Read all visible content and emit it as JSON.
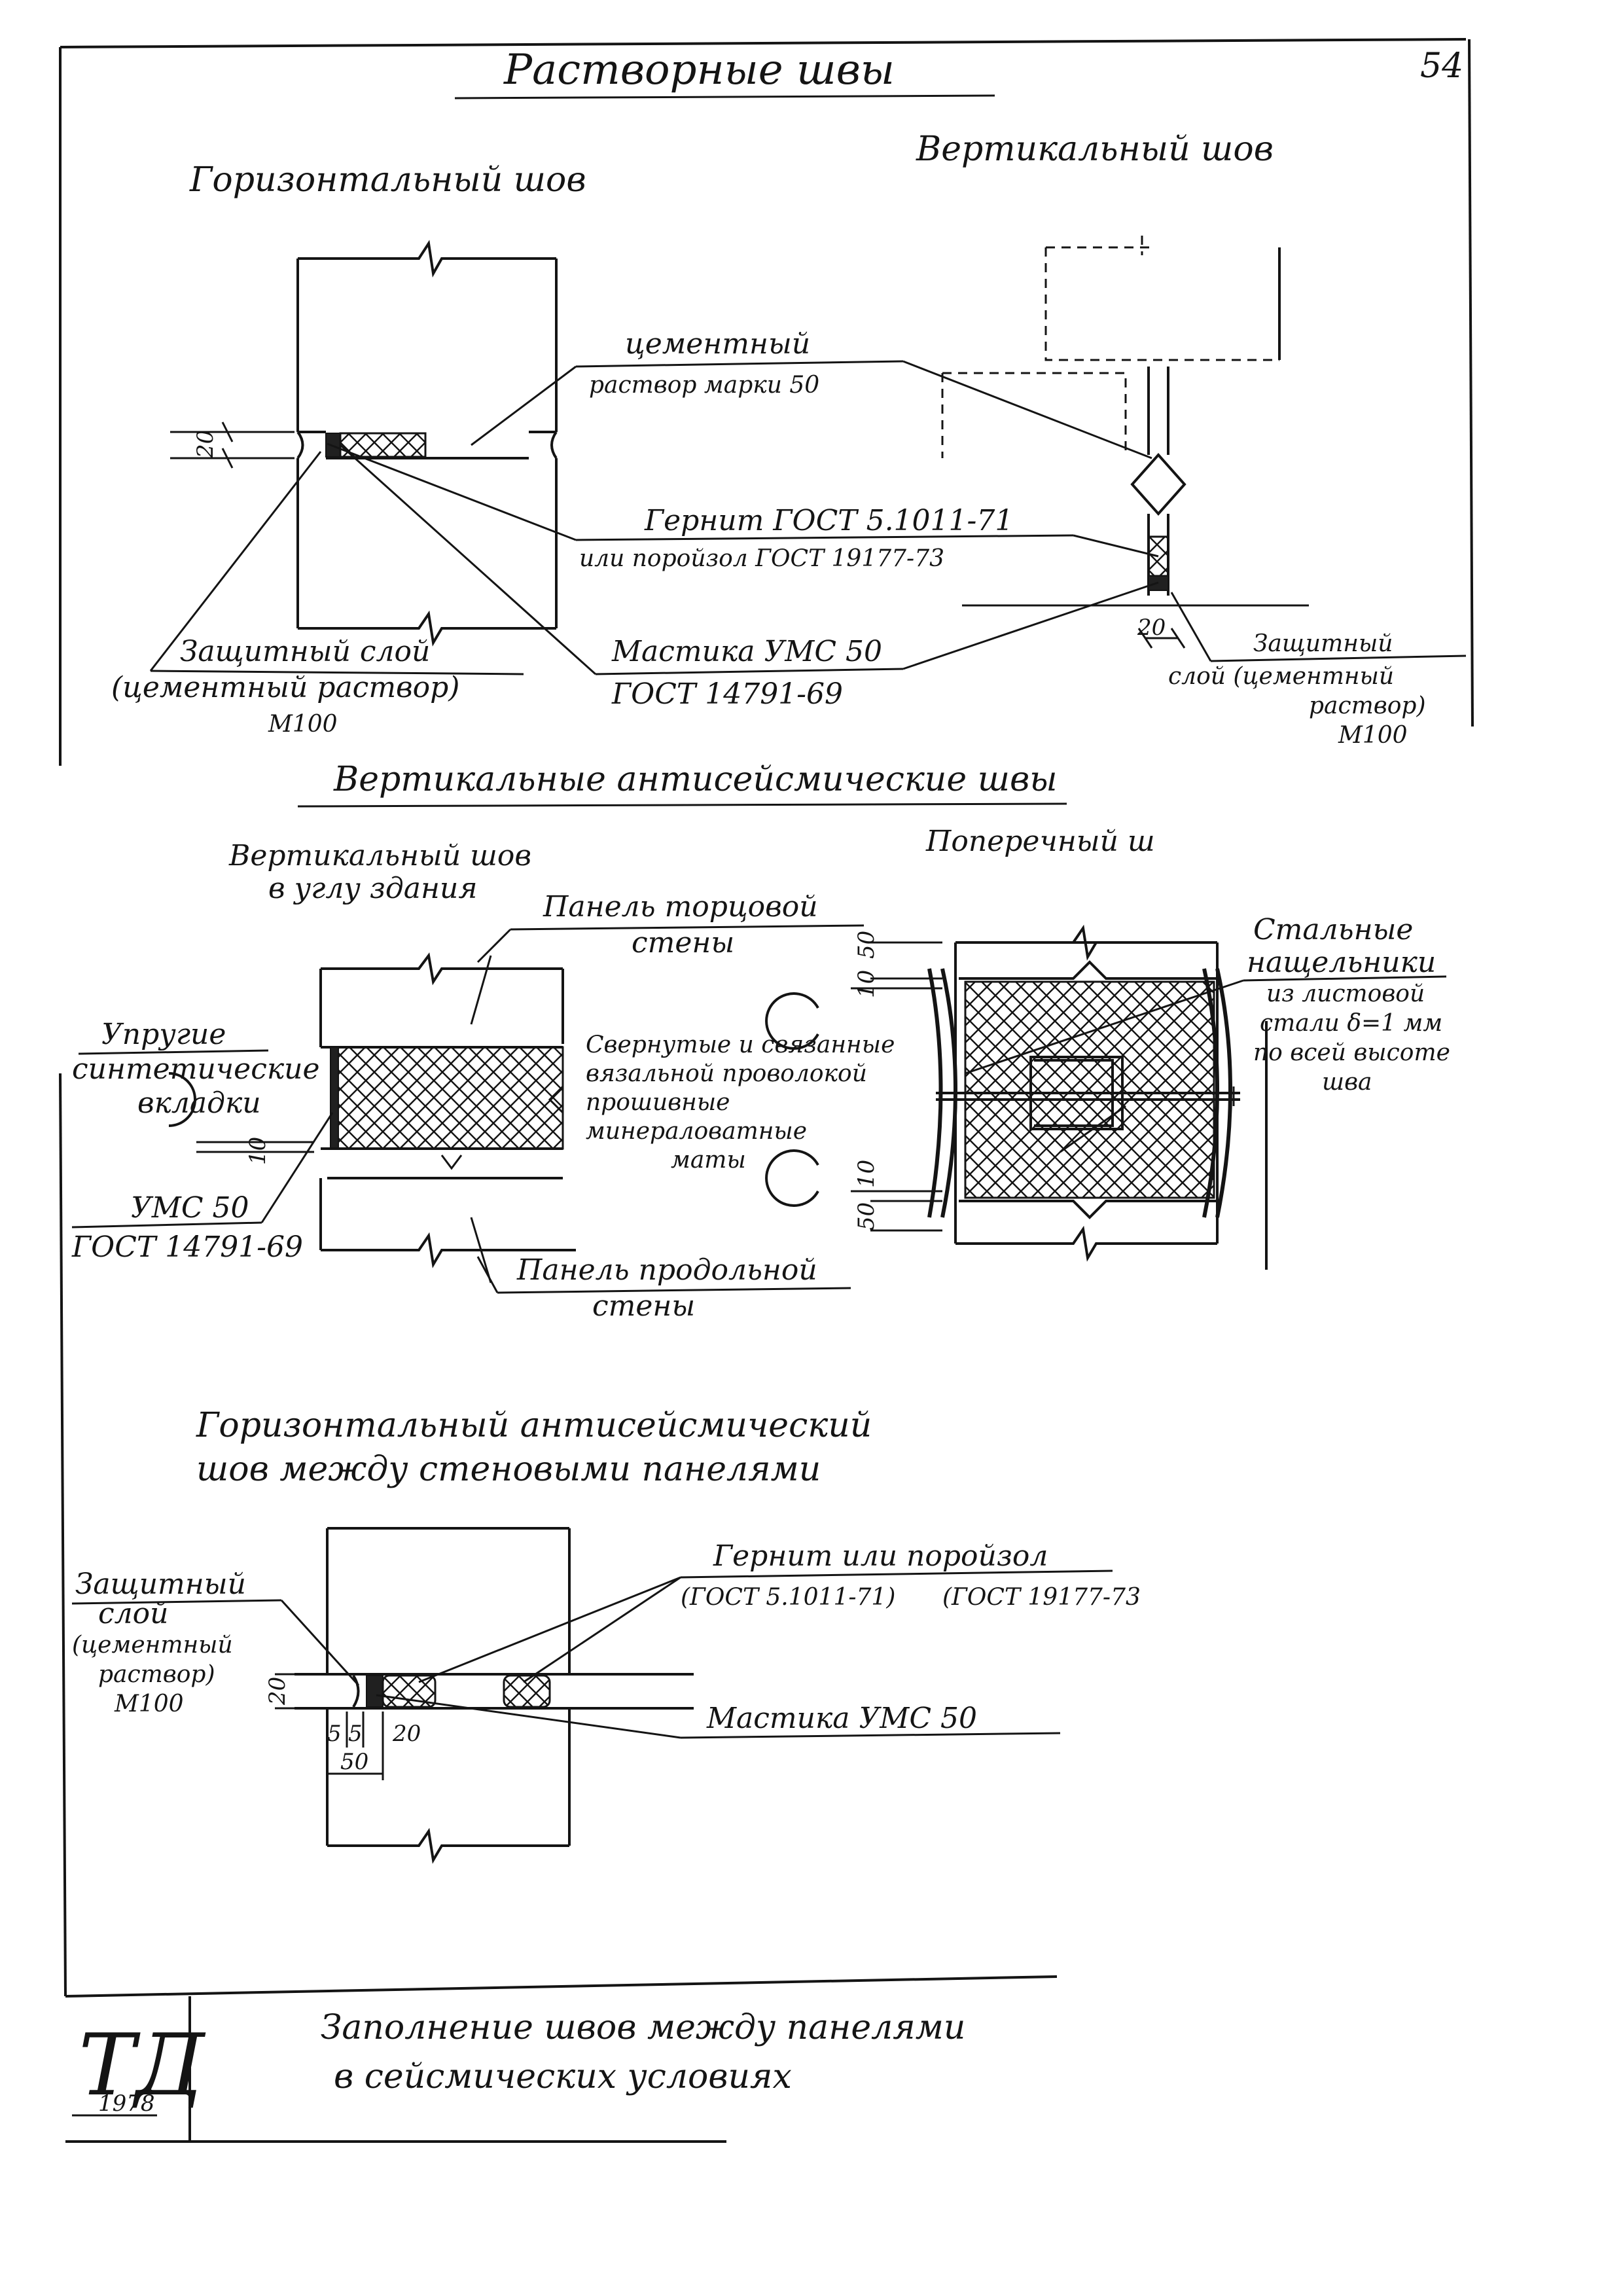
{
  "sheet": {
    "page_number": "54",
    "title": "Растворные швы",
    "stamp_letters": "ТД",
    "stamp_year": "1978",
    "caption_line1": "Заполнение швов между панелями",
    "caption_line2": "в сейсмических условиях"
  },
  "section_mortar": {
    "horizontal_heading": "Горизонтальный шов",
    "vertical_heading": "Вертикальный шов",
    "cement_line1": "цементный",
    "cement_line2": "раствор марки 50",
    "gernit_line1": "Гернит ГОСТ 5.1011-71",
    "gernit_line2": "или поройзол ГОСТ 19177-73",
    "mastic_line1": "Мастика УМС 50",
    "mastic_line2": "ГОСТ 14791-69",
    "protective_left_line1": "Защитный слой",
    "protective_left_line2": "(цементный раствор)",
    "protective_left_line3": "М100",
    "protective_right_line1": "Защитный",
    "protective_right_line2": "слой (цементный",
    "protective_right_line3": "раствор)",
    "protective_right_line4": "М100",
    "dim_horizontal": "20",
    "dim_vertical": "20"
  },
  "section_antiseismic": {
    "heading": "Вертикальные антисейсмические швы",
    "corner_heading_line1": "Вертикальный шов",
    "corner_heading_line2": "в углу здания",
    "transverse_heading": "Поперечный ш",
    "end_panel_line1": "Панель торцовой",
    "end_panel_line2": "стены",
    "long_panel_line1": "Панель продольной",
    "long_panel_line2": "стены",
    "elastic_line1": "Упругие",
    "elastic_line2": "синтетические",
    "elastic_line3": "вкладки",
    "mats_line1": "Свернутые и связанные",
    "mats_line2": "вязальной проволокой",
    "mats_line3": "прошивные",
    "mats_line4": "минераловатные",
    "mats_line5": "маты",
    "ums_line1": "УМС 50",
    "ums_line2": "ГОСТ 14791-69",
    "steel_line1": "Стальные",
    "steel_line2": "нащельники",
    "steel_line3": "из листовой",
    "steel_line4": "стали δ=1 мм",
    "steel_line5": "по всей высоте",
    "steel_line6": "шва",
    "dim_corner": "10",
    "dim_top_a": "50",
    "dim_top_b": "10",
    "dim_bot_a": "10",
    "dim_bot_b": "50"
  },
  "section_horizontal_antiseismic": {
    "heading_line1": "Горизонтальный антисейсмический",
    "heading_line2": "шов между стеновыми панелями",
    "gernit_line1": "Гернит или поройзол",
    "gernit_gost_a": "(ГОСТ 5.1011-71)",
    "gernit_gost_b": "(ГОСТ 19177-73",
    "protective_line1": "Защитный",
    "protective_line2": "слой",
    "protective_line3": "(цементный",
    "protective_line4": "раствор)",
    "protective_line5": "М100",
    "mastic": "Мастика УМС 50",
    "dim_joint": "20",
    "dim_a": "5",
    "dim_b": "5",
    "dim_c": "20",
    "dim_total": "50"
  }
}
